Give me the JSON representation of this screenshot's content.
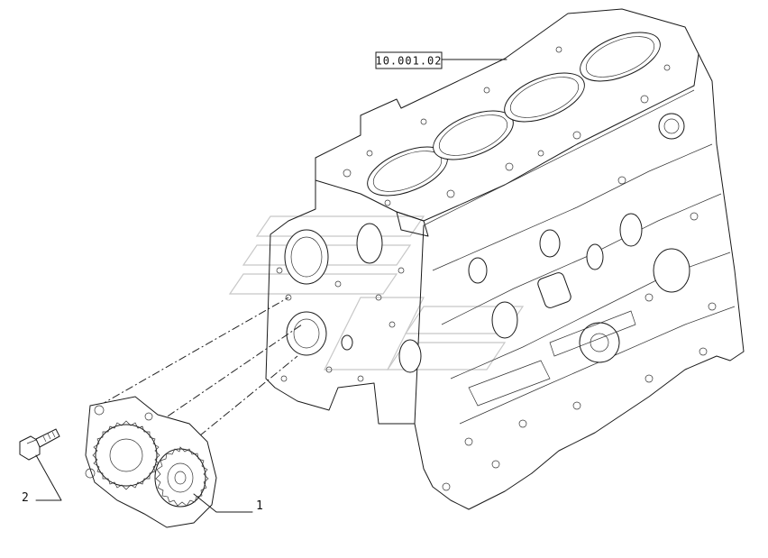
{
  "diagram": {
    "reference_box": "10.001.02",
    "callouts": [
      {
        "id": "oil-pump",
        "label": "1"
      },
      {
        "id": "bolt",
        "label": "2"
      }
    ],
    "colors": {
      "line": "#1a1a1a",
      "watermark": "#c8c8c8",
      "background": "#ffffff"
    }
  }
}
